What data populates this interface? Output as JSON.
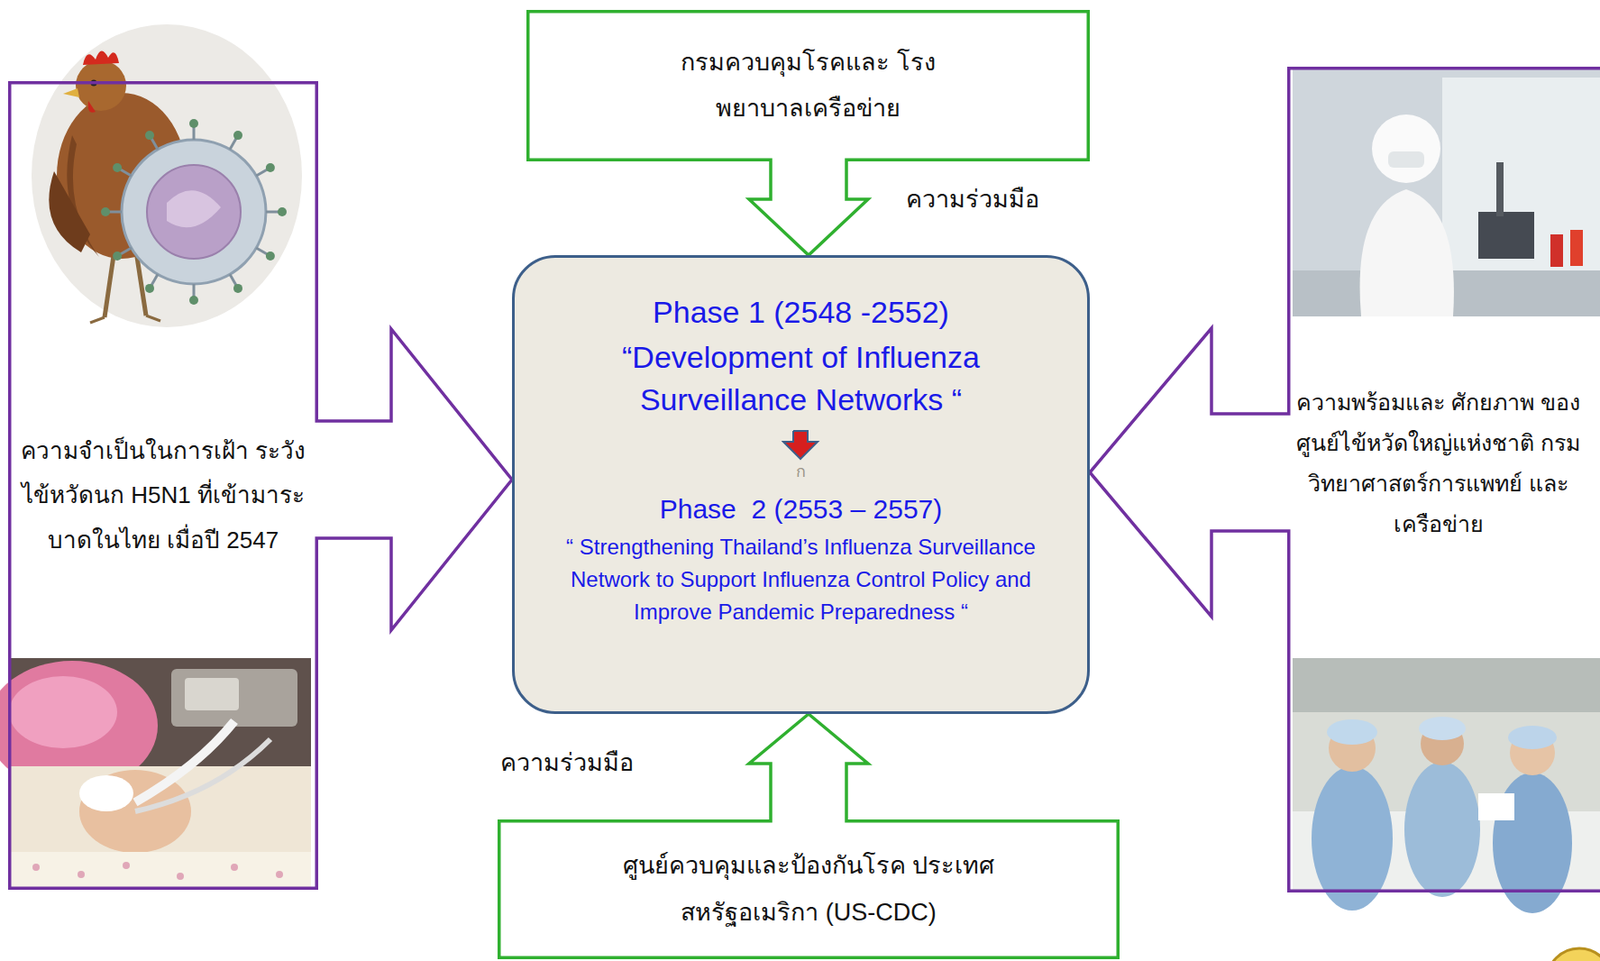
{
  "diagram": {
    "nodes": [
      {
        "text": [
          "กรมควบคุมโรคและ โรงพยาบาลเครือข่าย"
        ]
      },
      {
        "text": [
          "ความจำเป็นในการเฝ้า ระวังไข้หวัดนก H5N1 ที่เข้ามาระบาดในไทย เมื่อปี 2547"
        ]
      },
      {
        "text": [
          "Phase 1 (2548 -2552)",
          "“Development of Influenza Surveillance Networks “",
          "Phase  2 (2553 – 2557)",
          "“ Strengthening Thailand’s Influenza Surveillance Network to Support Influenza Control Policy and Improve Pandemic Preparedness “"
        ]
      },
      {
        "text": [
          "ความพร้อมและ ศักยภาพ ของศูนย์ไข้หวัดใหญ่แห่งชาติ กรมวิทยาศาสตร์การแพทย์ และเครือข่าย"
        ]
      },
      {
        "text": [
          "ศูนย์ควบคุมและป้องกันโรค ประเทศสหรัฐอเมริกา (US-CDC)"
        ]
      }
    ],
    "edges": [
      {
        "from": 0,
        "to": 2,
        "label": "ความร่วมมือ",
        "arrow": "to"
      },
      {
        "from": 1,
        "to": 2,
        "arrow": "to"
      },
      {
        "from": 3,
        "to": 2,
        "arrow": "to"
      },
      {
        "from": 4,
        "to": 2,
        "label": "ความร่วมมือ",
        "arrow": "to"
      }
    ],
    "labels": [
      "ก"
    ]
  }
}
